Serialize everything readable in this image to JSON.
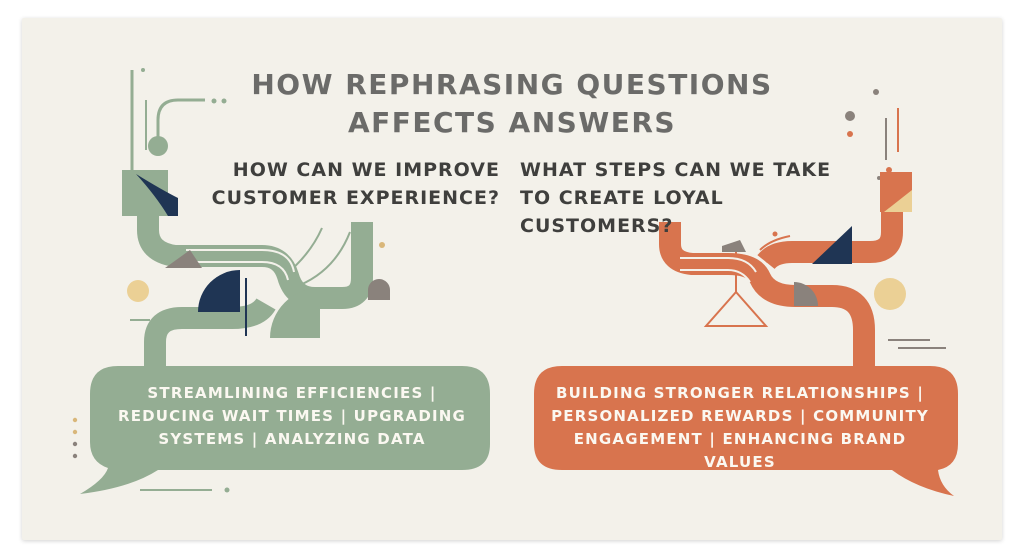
{
  "title": "HOW REPHRASING QUESTIONS AFFECTS ANSWERS",
  "left": {
    "question": "HOW CAN WE IMPROVE CUSTOMER EXPERIENCE?",
    "answer": "STREAMLINING EFFICIENCIES | REDUCING WAIT TIMES | UPGRADING SYSTEMS | ANALYZING DATA",
    "color": "#94ad93"
  },
  "right": {
    "question": "WHAT STEPS CAN WE TAKE TO CREATE LOYAL CUSTOMERS?",
    "answer": "BUILDING STRONGER RELATIONSHIPS | PERSONALIZED REWARDS | COMMUNITY ENGAGEMENT | ENHANCING BRAND VALUES",
    "color": "#d8744e"
  },
  "accents": {
    "navy": "#1f3554",
    "mustard": "#ebd095",
    "taupe": "#8a827c",
    "background": "#f3f1ea"
  }
}
